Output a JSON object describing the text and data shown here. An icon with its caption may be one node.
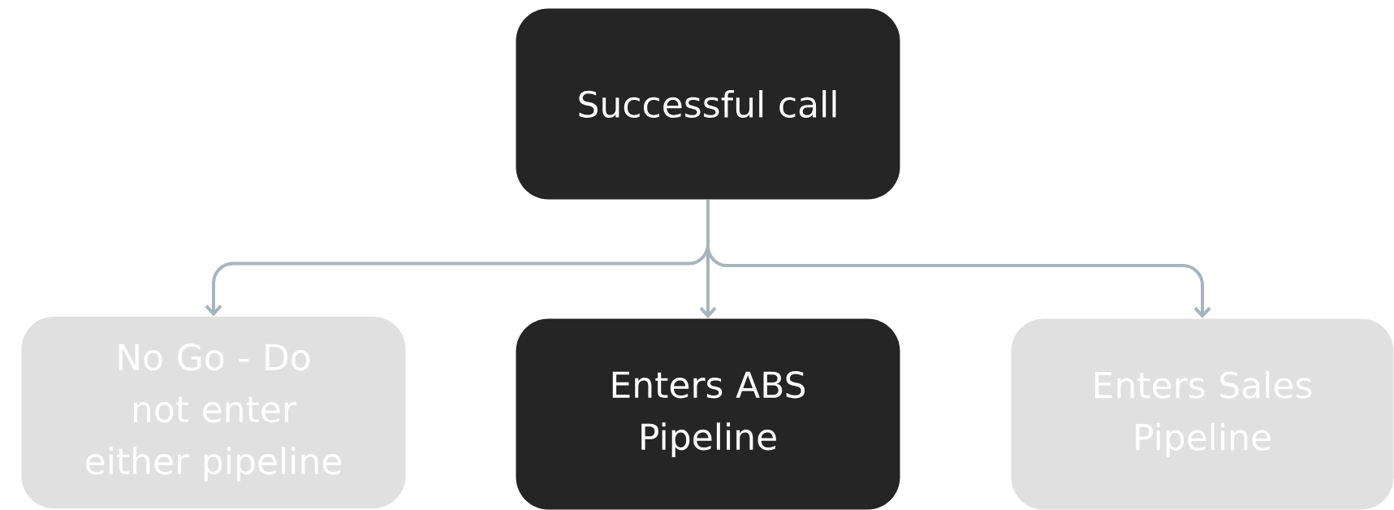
{
  "diagram": {
    "nodes": [
      {
        "text": [
          "Successful call"
        ]
      },
      {
        "text": [
          "No Go - Do not enter either pipeline"
        ]
      },
      {
        "text": [
          "Enters ABS Pipeline"
        ]
      },
      {
        "text": [
          "Enters Sales Pipeline"
        ]
      }
    ],
    "edges": [
      {
        "from": 0,
        "to": 1,
        "arrow": "to"
      },
      {
        "from": 0,
        "to": 2,
        "arrow": "to"
      },
      {
        "from": 0,
        "to": 3,
        "arrow": "to"
      }
    ]
  }
}
